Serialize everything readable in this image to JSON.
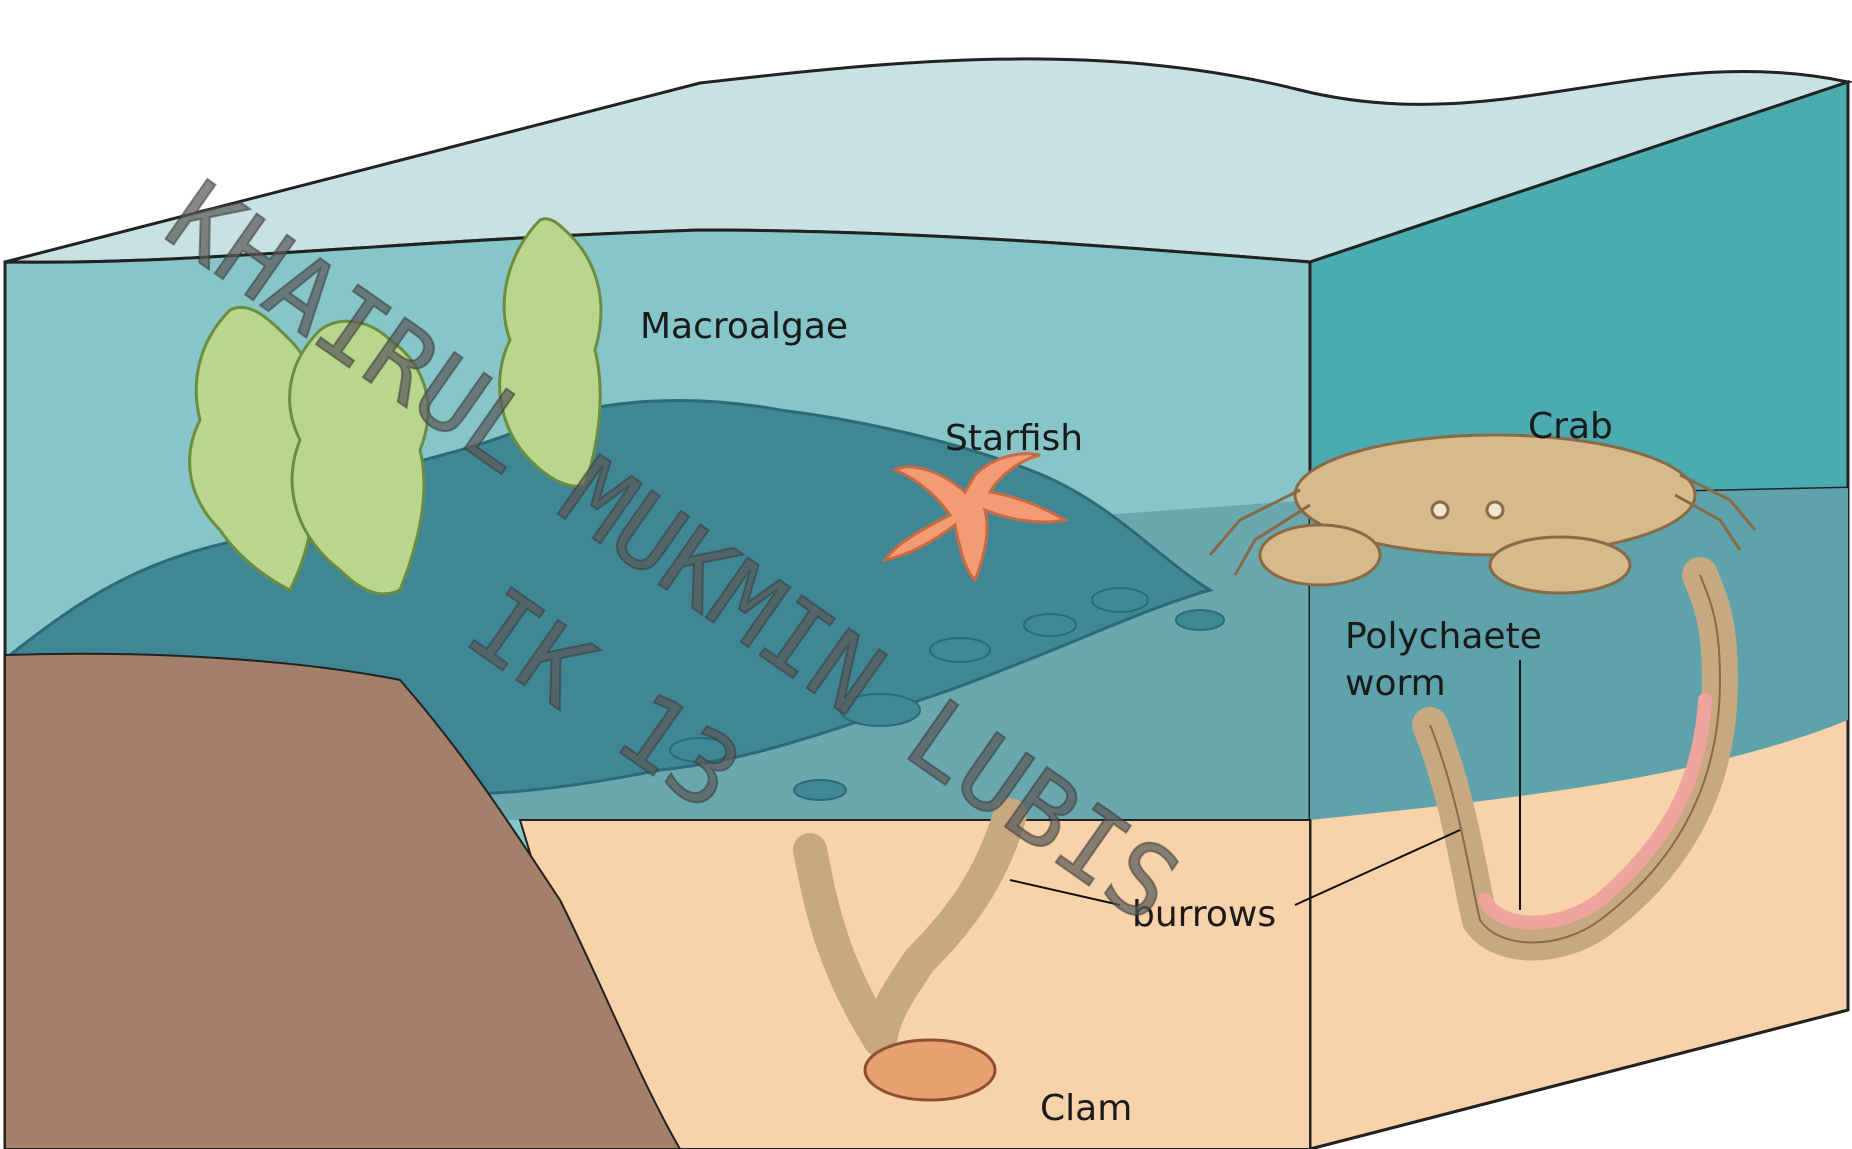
{
  "labels": {
    "macroalgae": "Macroalgae",
    "starfish": "Starfish",
    "crab": "Crab",
    "polychaete_line1": "Polychaete",
    "polychaete_line2": "worm",
    "burrows": "burrows",
    "clam": "Clam"
  },
  "watermark": {
    "line1": "KHAIRUL MUKMIN LUBIS",
    "line2": "IK 13"
  },
  "colors": {
    "water_light": "#c8e1e3",
    "water": "#86c6c8",
    "water_side": "#4aacb1",
    "rocks": "#3f8795",
    "sand": "#f8d2a8",
    "mud": "#a4806a",
    "algae": "#b9d78c",
    "starfish": "#f59b74",
    "crab": "#d7b98c",
    "worm": "#f0a4a0"
  }
}
